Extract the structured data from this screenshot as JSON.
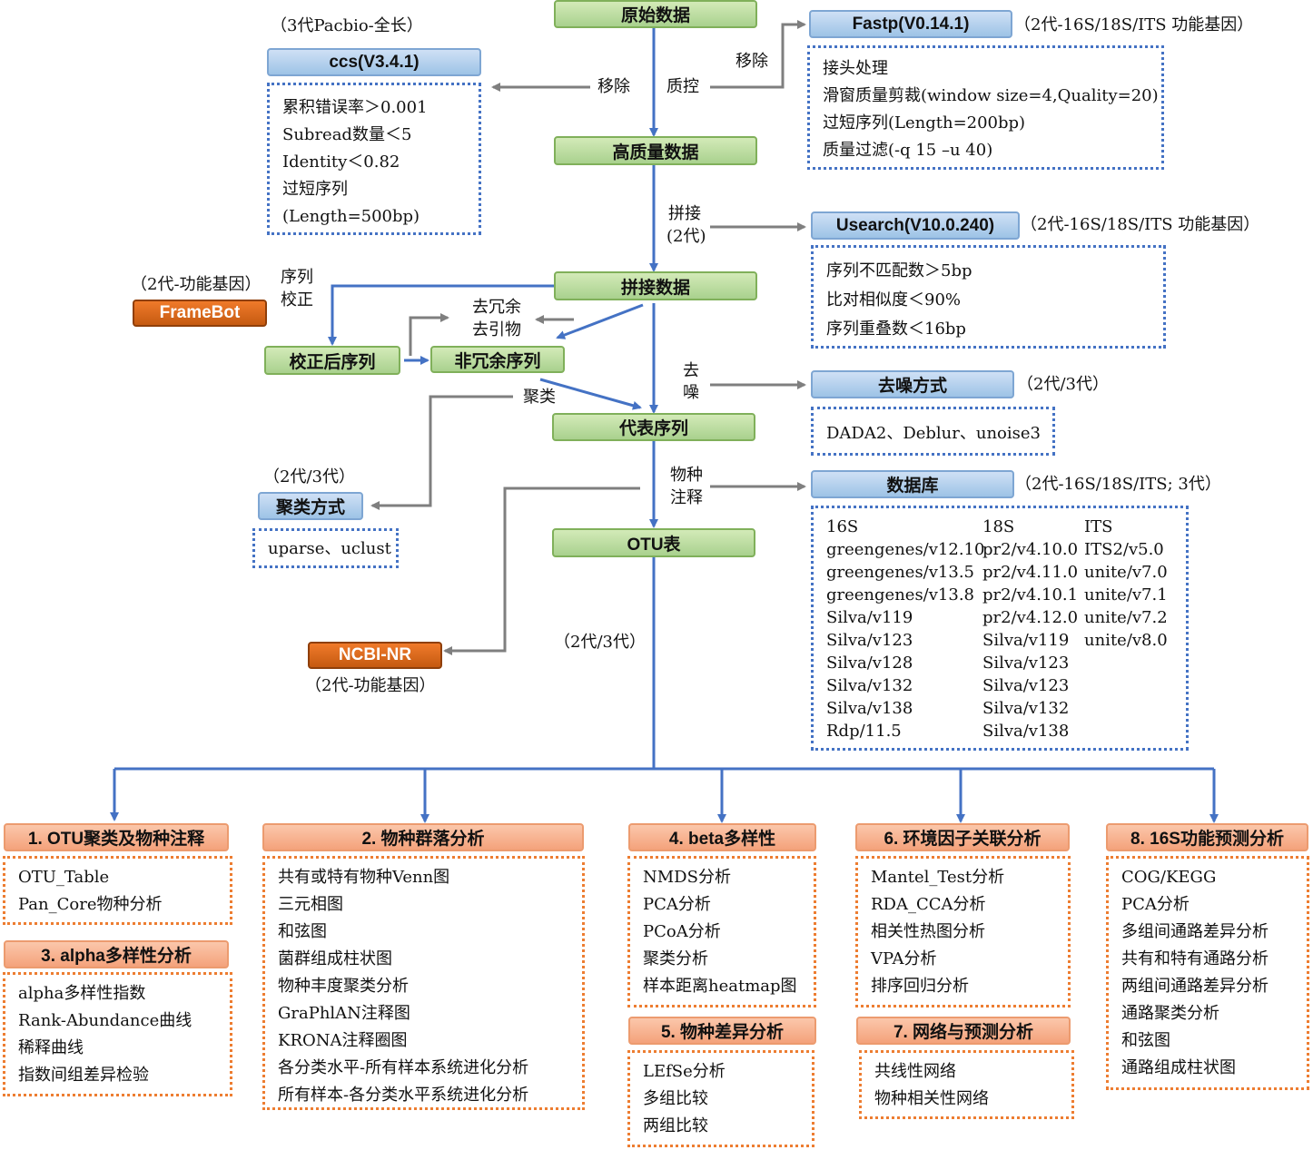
{
  "nodes": {
    "raw": "原始数据",
    "hq": "高质量数据",
    "joined": "拼接数据",
    "corrected": "校正后序列",
    "nonredundant": "非冗余序列",
    "rep": "代表序列",
    "otu": "OTU表",
    "framebot": "FrameBot",
    "ncbi": "NCBI-NR",
    "ccs": "ccs(V3.4.1)",
    "fastp": "Fastp(V0.14.1)",
    "usearch": "Usearch(V10.0.240)",
    "denoise_method": "去噪方式",
    "database": "数据库",
    "cluster_method": "聚类方式"
  },
  "notes": {
    "ccs": "（3代Pacbio-全长）",
    "fastp": "（2代-16S/18S/ITS 功能基因）",
    "usearch": "（2代-16S/18S/ITS 功能基因）",
    "framebot": "（2代-功能基因）",
    "denoise": "（2代/3代）",
    "database": "（2代-16S/18S/ITS; 3代）",
    "cluster": "（2代/3代）",
    "ncbi": "（2代-功能基因）",
    "otu_branch": "（2代/3代）"
  },
  "edges": {
    "remove_left": "移除",
    "qc": "质控",
    "remove_right": "移除",
    "join_1": "拼接",
    "join_2": "(2代)",
    "seqcorr_1": "序列",
    "seqcorr_2": "校正",
    "derep_1": "去冗余",
    "derep_2": "去引物",
    "denoise_1": "去",
    "denoise_2": "噪",
    "cluster": "聚类",
    "annot_1": "物种",
    "annot_2": "注释"
  },
  "ccs_items": [
    "累积错误率＞0.001",
    "Subread数量＜5",
    "Identity＜0.82",
    "过短序列",
    "(Length=500bp)"
  ],
  "fastp_items": [
    "接头处理",
    "滑窗质量剪裁(window size=4,Quality=20)",
    "过短序列(Length=200bp)",
    "质量过滤(-q 15 –u 40)"
  ],
  "usearch_items": [
    "序列不匹配数＞5bp",
    "比对相似度＜90%",
    "序列重叠数＜16bp"
  ],
  "denoise_items": [
    "DADA2、Deblur、unoise3"
  ],
  "cluster_items": [
    "uparse、uclust"
  ],
  "db": {
    "col16s": [
      "16S",
      "greengenes/v12.10",
      "greengenes/v13.5",
      "greengenes/v13.8",
      "Silva/v119",
      "Silva/v123",
      "Silva/v128",
      "Silva/v132",
      "Silva/v138",
      "Rdp/11.5"
    ],
    "col18s": [
      "18S",
      "pr2/v4.10.0",
      "pr2/v4.11.0",
      "pr2/v4.10.1",
      "pr2/v4.12.0",
      "Silva/v119",
      "Silva/v123",
      "Silva/v123",
      "Silva/v132",
      "Silva/v138"
    ],
    "colits": [
      "ITS",
      "ITS2/v5.0",
      "unite/v7.0",
      "unite/v7.1",
      "unite/v7.2",
      "unite/v8.0"
    ]
  },
  "analyses": {
    "a1": {
      "title": "1. OTU聚类及物种注释",
      "items": [
        "OTU_Table",
        "Pan_Core物种分析"
      ]
    },
    "a2": {
      "title": "2. 物种群落分析",
      "items": [
        "共有或特有物种Venn图",
        "三元相图",
        "和弦图",
        "菌群组成柱状图",
        "物种丰度聚类分析",
        "GraPhlAN注释图",
        "KRONA注释圈图",
        "各分类水平-所有样本系统进化分析",
        "所有样本-各分类水平系统进化分析"
      ]
    },
    "a3": {
      "title": "3. alpha多样性分析",
      "items": [
        "alpha多样性指数",
        "Rank-Abundance曲线",
        "稀释曲线",
        "指数间组差异检验"
      ]
    },
    "a4": {
      "title": "4. beta多样性",
      "items": [
        "NMDS分析",
        "PCA分析",
        "PCoA分析",
        "聚类分析",
        "样本距离heatmap图"
      ]
    },
    "a5": {
      "title": "5. 物种差异分析",
      "items": [
        "LEfSe分析",
        "多组比较",
        "两组比较"
      ]
    },
    "a6": {
      "title": "6. 环境因子关联分析",
      "items": [
        "Mantel_Test分析",
        "RDA_CCA分析",
        "相关性热图分析",
        "VPA分析",
        "排序回归分析"
      ]
    },
    "a7": {
      "title": "7. 网络与预测分析",
      "items": [
        "共线性网络",
        "物种相关性网络"
      ]
    },
    "a8": {
      "title": "8. 16S功能预测分析",
      "items": [
        "COG/KEGG",
        "PCA分析",
        "多组间通路差异分析",
        "共有和特有通路分析",
        "两组间通路差异分析",
        "通路聚类分析",
        "和弦图",
        "通路组成柱状图"
      ]
    }
  }
}
